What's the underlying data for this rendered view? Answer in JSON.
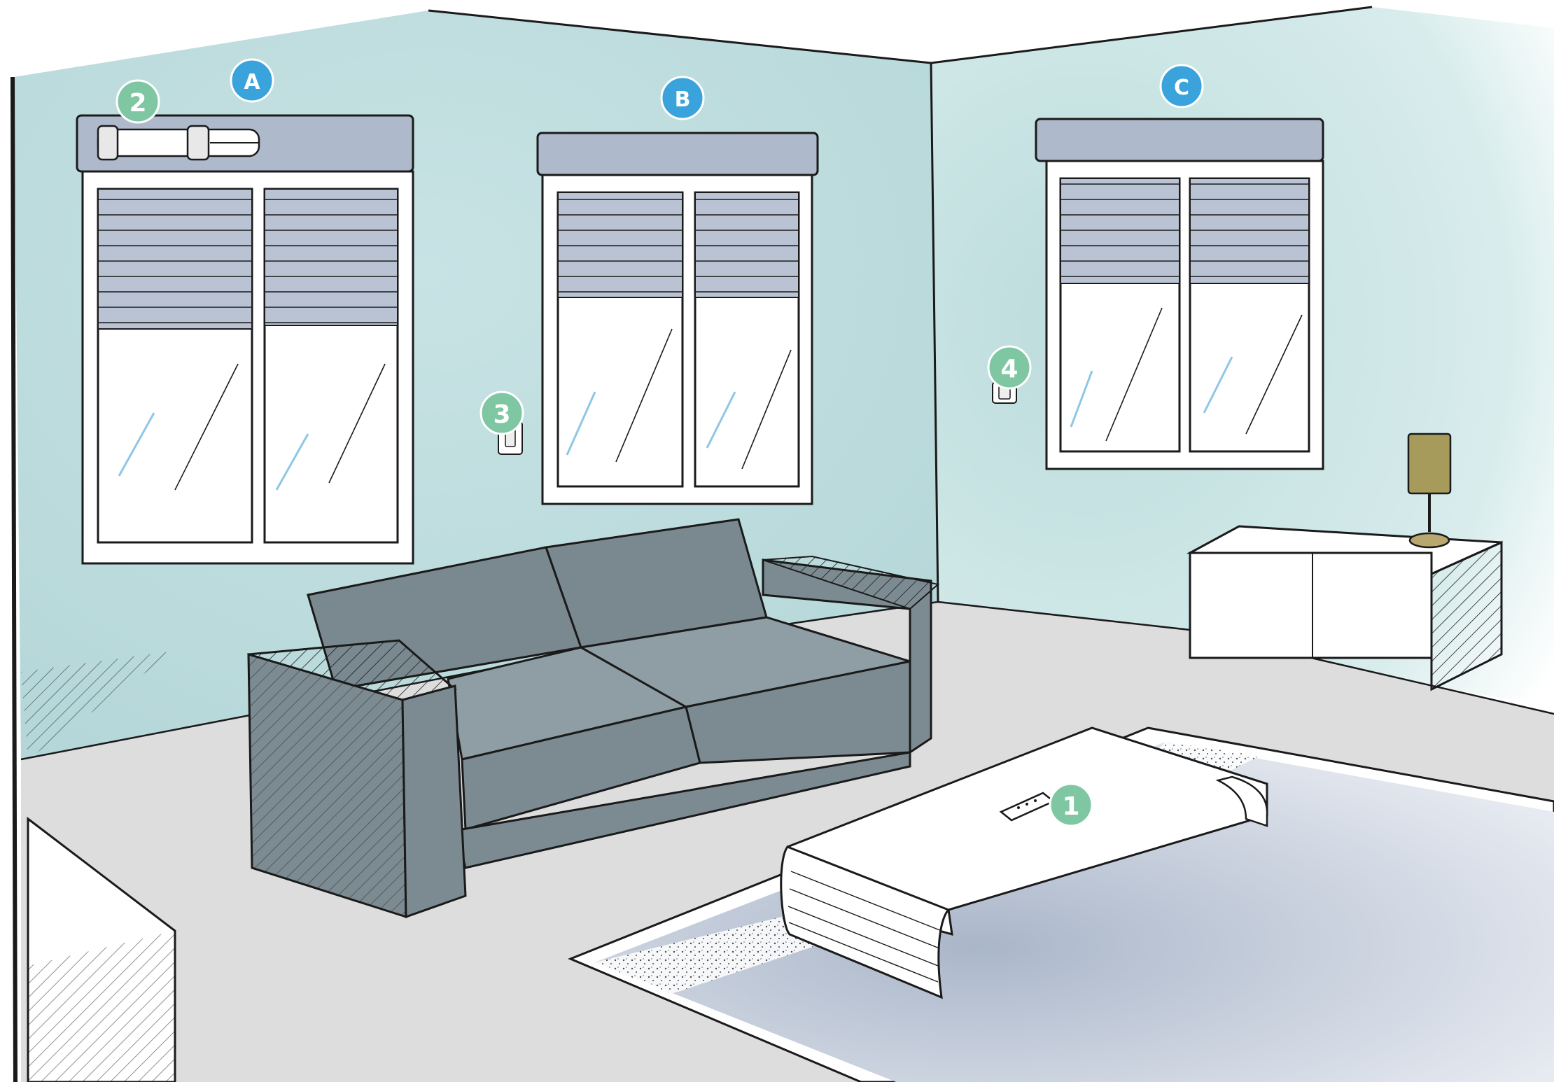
{
  "colors": {
    "wall": "#c3dfe1",
    "wall_light": "#eef7f7",
    "floor": "#dcdcdc",
    "rug": "#b4bfd0",
    "shutter": "#b9c3d3",
    "shutter_box": "#aeb9cc",
    "sofa_front": "#7c8b92",
    "sofa_seat": "#8f9ea5",
    "sofa_back": "#7a8990",
    "table": "#ffffff",
    "lamp_shade": "#a79b5c",
    "lamp_base": "#b8a870",
    "outline": "#1a1a1a",
    "marker_blue": "#3aa3dc",
    "marker_green": "#7ec7a2"
  },
  "markers": {
    "window_a": {
      "label": "A",
      "kind": "window"
    },
    "window_b": {
      "label": "B",
      "kind": "window"
    },
    "window_c": {
      "label": "C",
      "kind": "window"
    },
    "remote_control": {
      "label": "1",
      "kind": "device"
    },
    "shutter_motor": {
      "label": "2",
      "kind": "device"
    },
    "wall_switch_left": {
      "label": "3",
      "kind": "device"
    },
    "wall_switch_right": {
      "label": "4",
      "kind": "device"
    }
  },
  "icons": [
    "remote-control-icon",
    "wall-switch-icon",
    "tubular-motor-icon",
    "table-lamp-icon"
  ]
}
